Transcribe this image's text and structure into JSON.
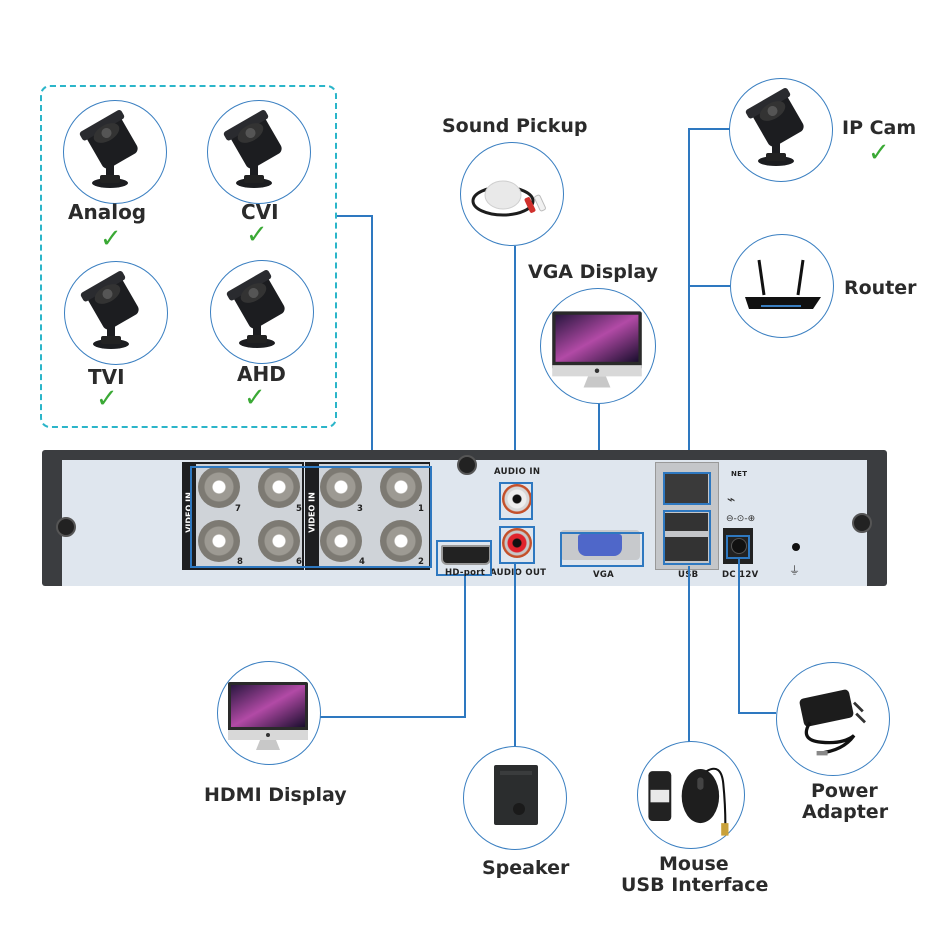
{
  "camera_group": {
    "items": [
      {
        "label": "Analog",
        "supported": true,
        "icon": "bullet-camera-icon"
      },
      {
        "label": "CVI",
        "supported": true,
        "icon": "bullet-camera-icon"
      },
      {
        "label": "TVI",
        "supported": true,
        "icon": "bullet-camera-icon"
      },
      {
        "label": "AHD",
        "supported": true,
        "icon": "bullet-camera-icon"
      }
    ],
    "border_color": "#2bb5c9"
  },
  "devices": {
    "sound_pickup": {
      "label": "Sound Pickup",
      "icon": "microphone-icon"
    },
    "vga_display": {
      "label": "VGA Display",
      "icon": "monitor-icon"
    },
    "ip_cam": {
      "label": "IP Cam",
      "supported": true,
      "icon": "bullet-camera-icon"
    },
    "router": {
      "label": "Router",
      "icon": "router-icon"
    },
    "hdmi_display": {
      "label": "HDMI Display",
      "icon": "monitor-icon"
    },
    "speaker": {
      "label": "Speaker",
      "icon": "speaker-icon"
    },
    "mouse": {
      "label_line1": "Mouse",
      "label_line2": "USB Interface",
      "icon": "mouse-icon"
    },
    "power_adapter": {
      "label_line1": "Power",
      "label_line2": "Adapter",
      "icon": "power-adapter-icon"
    }
  },
  "dvr_panel": {
    "video_in_label": "VIDEO IN",
    "bnc_left": [
      "7",
      "5",
      "8",
      "6"
    ],
    "bnc_right": [
      "3",
      "1",
      "4",
      "2"
    ],
    "audio_in": "AUDIO IN",
    "audio_out": "AUDIO OUT",
    "hd_port": "HD-port",
    "vga": "VGA",
    "usb": "USB",
    "net": "NET",
    "dc": "DC 12V"
  },
  "colors": {
    "wire": "#2e78c0",
    "circle_border": "#3a7fc1",
    "check": "#3aa935",
    "panel_frame": "#3b3d40",
    "panel_face": "#dfe6ee"
  }
}
